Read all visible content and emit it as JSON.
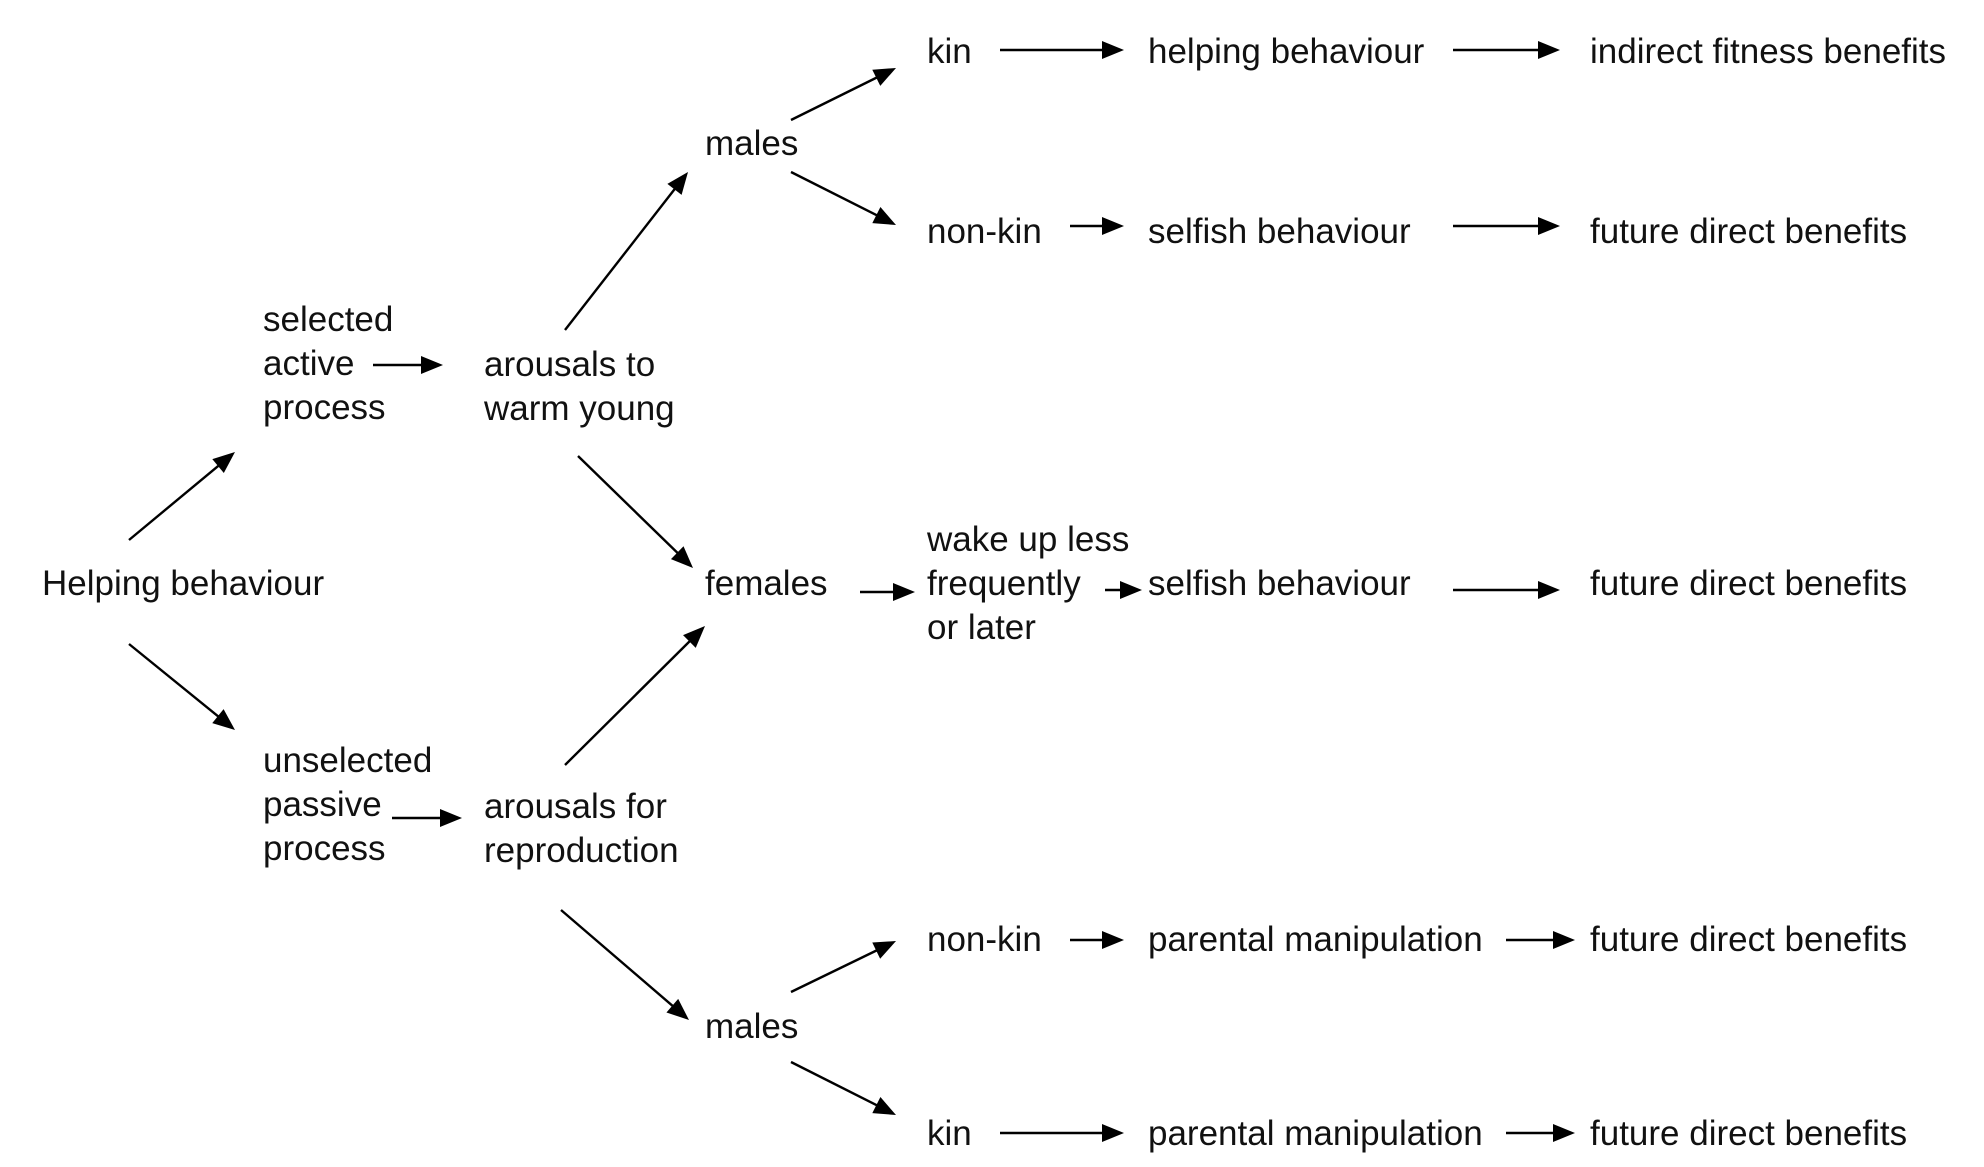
{
  "nodes": {
    "root": [
      "Helping behaviour"
    ],
    "active": [
      "selected",
      "active",
      "process"
    ],
    "passive": [
      "unselected",
      "passive",
      "process"
    ],
    "warm": [
      "arousals to",
      "warm young"
    ],
    "repro": [
      "arousals for",
      "reproduction"
    ],
    "males_top": [
      "males"
    ],
    "females": [
      "females"
    ],
    "males_bottom": [
      "males"
    ],
    "kin_top": [
      "kin"
    ],
    "nonkin_top": [
      "non-kin"
    ],
    "wake": [
      "wake up less",
      "frequently",
      "or later"
    ],
    "nonkin_bottom": [
      "non-kin"
    ],
    "kin_bottom": [
      "kin"
    ],
    "helping_top": [
      "helping behaviour"
    ],
    "selfish_top": [
      "selfish behaviour"
    ],
    "selfish_mid": [
      "selfish behaviour"
    ],
    "parental_1": [
      "parental manipulation"
    ],
    "parental_2": [
      "parental manipulation"
    ],
    "indirect": [
      "indirect fitness benefits"
    ],
    "future_1": [
      "future direct benefits"
    ],
    "future_2": [
      "future direct benefits"
    ],
    "future_3": [
      "future direct benefits"
    ],
    "future_4": [
      "future direct benefits"
    ]
  },
  "edges": [
    [
      "root",
      "active"
    ],
    [
      "root",
      "passive"
    ],
    [
      "active",
      "warm"
    ],
    [
      "passive",
      "repro"
    ],
    [
      "warm",
      "males_top"
    ],
    [
      "warm",
      "females"
    ],
    [
      "repro",
      "females"
    ],
    [
      "repro",
      "males_bottom"
    ],
    [
      "males_top",
      "kin_top"
    ],
    [
      "males_top",
      "nonkin_top"
    ],
    [
      "females",
      "wake"
    ],
    [
      "males_bottom",
      "nonkin_bottom"
    ],
    [
      "males_bottom",
      "kin_bottom"
    ],
    [
      "kin_top",
      "helping_top"
    ],
    [
      "nonkin_top",
      "selfish_top"
    ],
    [
      "wake",
      "selfish_mid"
    ],
    [
      "nonkin_bottom",
      "parental_1"
    ],
    [
      "kin_bottom",
      "parental_2"
    ],
    [
      "helping_top",
      "indirect"
    ],
    [
      "selfish_top",
      "future_1"
    ],
    [
      "selfish_mid",
      "future_2"
    ],
    [
      "parental_1",
      "future_3"
    ],
    [
      "parental_2",
      "future_4"
    ]
  ]
}
